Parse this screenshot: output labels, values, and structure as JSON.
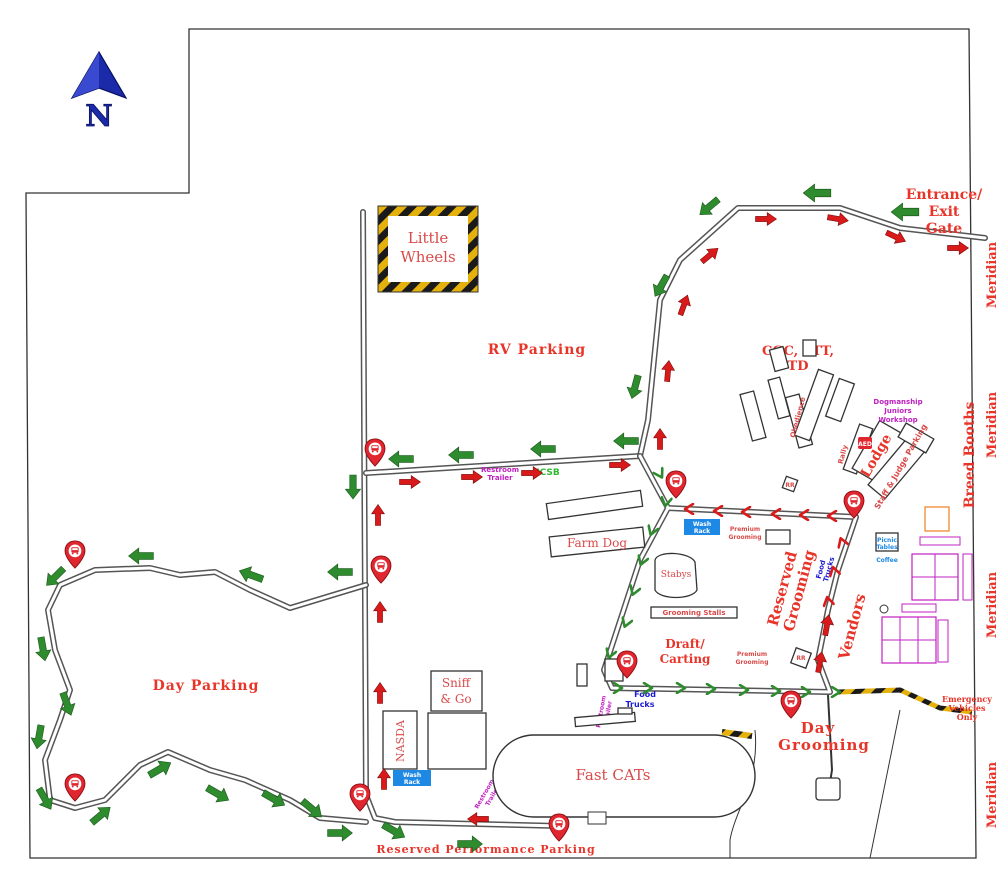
{
  "map": {
    "compass_letter": "N",
    "entrance_gate": [
      "Entrance/",
      "Exit",
      "Gate"
    ],
    "meridian": "Meridian",
    "breed_booths": "Breed Booths",
    "little_wheels": [
      "Little",
      "Wheels"
    ],
    "rv_parking": "RV Parking",
    "cgc": [
      "CGC, ATT,",
      "TD"
    ],
    "dogmanship": [
      "Dogmanship",
      "Juniors",
      "Workshop"
    ],
    "obedience": "Obedience",
    "rally": "Rally",
    "lodge": "Lodge",
    "staff_judge_parking": "Staff & Judge Parking",
    "restroom_trailer": [
      "Restroom",
      "Trailer"
    ],
    "icsb": "ICSB",
    "wash_rack": [
      "Wash",
      "Rack"
    ],
    "premium_grooming": [
      "Premium",
      "Grooming"
    ],
    "picnic_tables": [
      "Picnic",
      "Tables"
    ],
    "coffee": "Coffee",
    "farm_dog": "Farm Dog",
    "stabys": "Stabys",
    "grooming_stalls": "Grooming Stalls",
    "reserved_grooming": [
      "Reserved",
      "Grooming"
    ],
    "food_trucks": [
      "Food",
      "Trucks"
    ],
    "vendors": "Vendors",
    "draft_carting": [
      "Draft/",
      "Carting"
    ],
    "rr": "RR",
    "day_parking": "Day Parking",
    "sniff_go": [
      "Sniff",
      "& Go"
    ],
    "nasda": "NASDA",
    "fast_cats": "Fast CATs",
    "day_grooming": [
      "Day",
      "Grooming"
    ],
    "emergency": [
      "Emergency",
      "Vehicles",
      "Only"
    ],
    "reserved_performance": "Reserved Performance Parking",
    "aed": "AED",
    "colors": {
      "red_label": "#e8352a",
      "green_arrow": "#2e8b2e",
      "red_arrow": "#d91a1a",
      "wash_rack": "#1e88e5",
      "magenta": "#c020c0",
      "compass_blue": "#1a2aa8"
    }
  }
}
